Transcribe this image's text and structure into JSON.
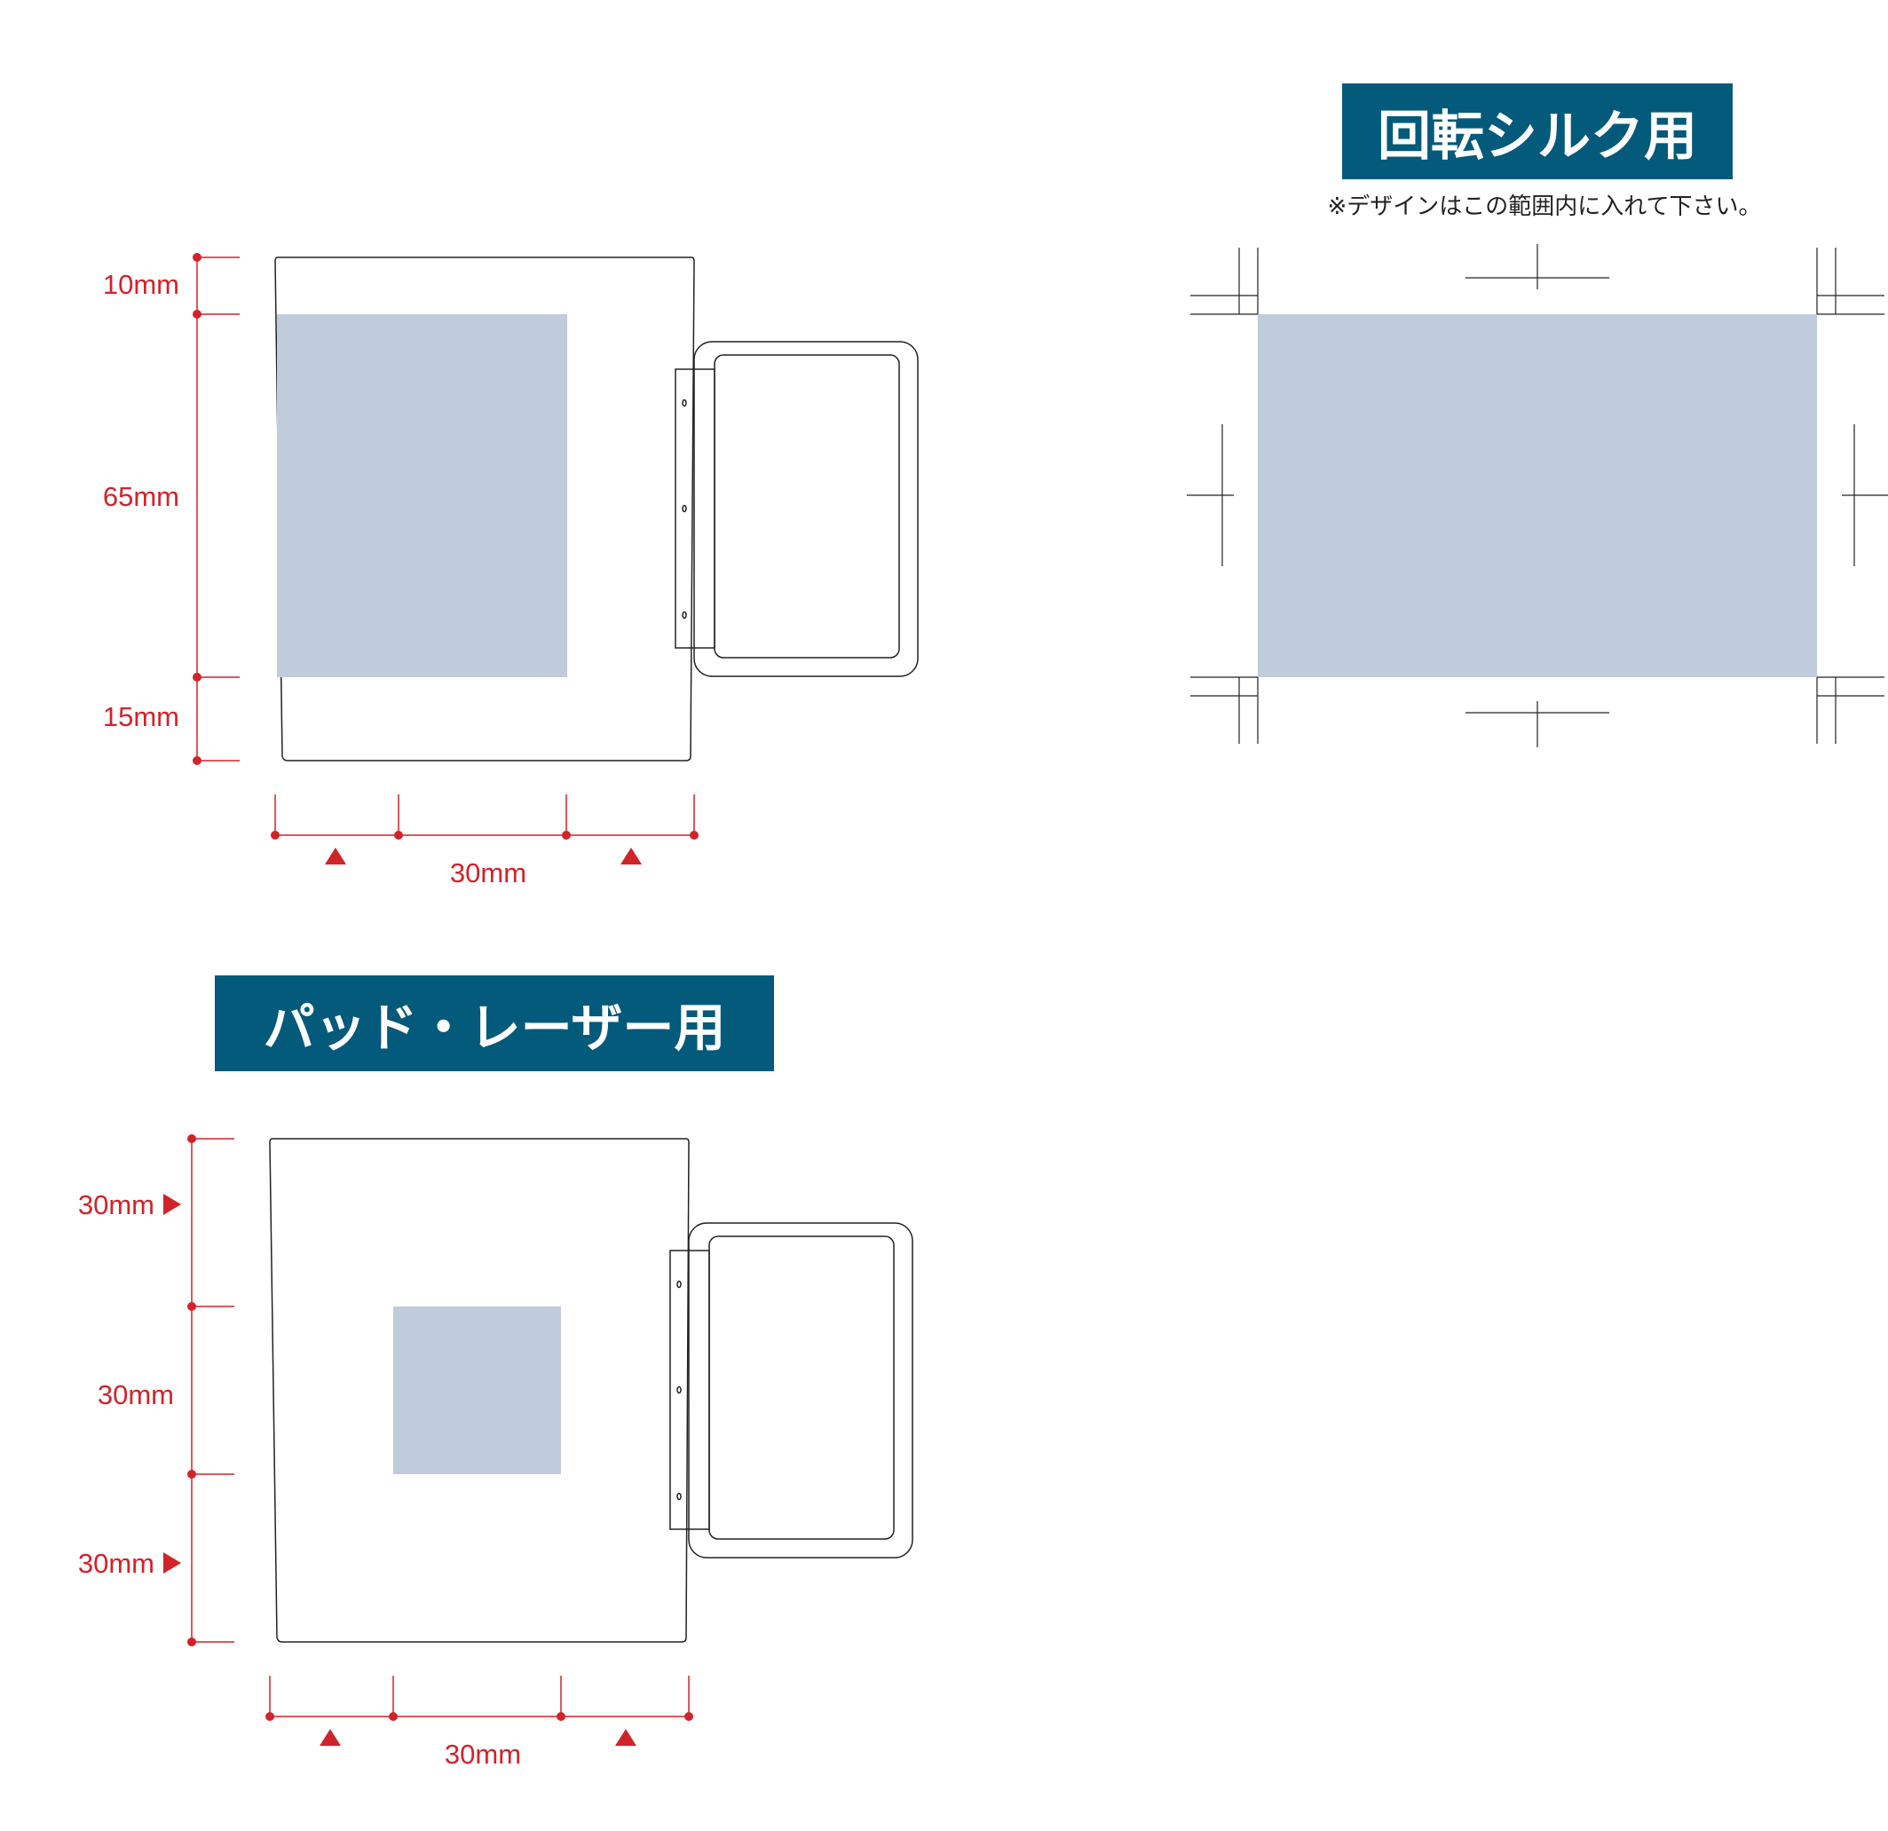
{
  "colors": {
    "badge": "#045a7a",
    "print_area": "#c0cbdb",
    "dimension": "#d1232a",
    "outline": "#222222"
  },
  "icons": {
    "dimension_marker": "triangle-up",
    "row_marker": "triangle-right"
  },
  "rotary_silk": {
    "title": "回転シルク用",
    "note": "※デザインはこの範囲内に入れて下さい。"
  },
  "pad_laser": {
    "title": "パッド・レーザー用"
  },
  "top_diagram": {
    "dims_vertical": [
      "10mm",
      "65mm",
      "15mm"
    ],
    "dim_horizontal": "30mm"
  },
  "bottom_diagram": {
    "dims_vertical": [
      "30mm",
      "30mm",
      "30mm"
    ],
    "dim_horizontal": "30mm"
  }
}
